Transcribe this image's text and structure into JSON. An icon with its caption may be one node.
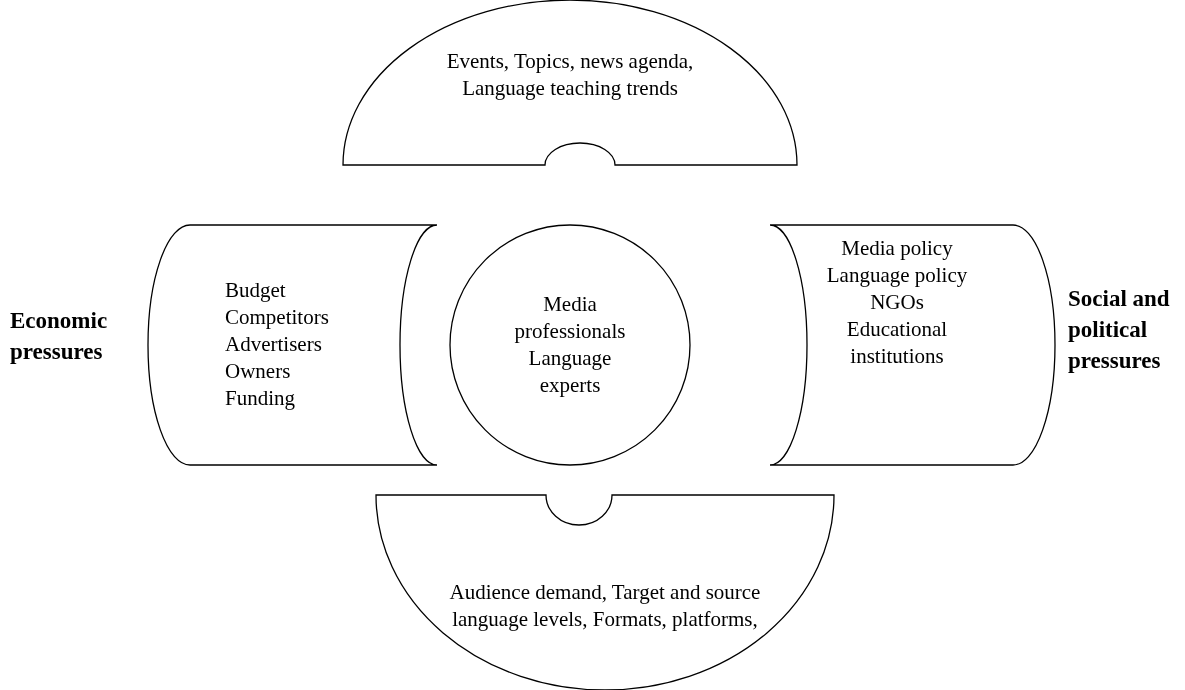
{
  "diagram": {
    "nodes": [
      {
        "text": [
          "Events, Topics, news agenda, Language teaching trends"
        ]
      },
      {
        "text": [
          "Budget Competitors Advertisers Owners Funding"
        ],
        "beside": [
          "Economic pressures"
        ]
      },
      {
        "text": [
          "Media professionals Language experts"
        ]
      },
      {
        "text": [
          "Media policy Language policy NGOs Educational institutions"
        ],
        "beside": [
          "Social and political pressures"
        ]
      },
      {
        "text": [
          "Audience demand, Target and source language levels, Formats, platforms,"
        ]
      }
    ],
    "edges": []
  }
}
